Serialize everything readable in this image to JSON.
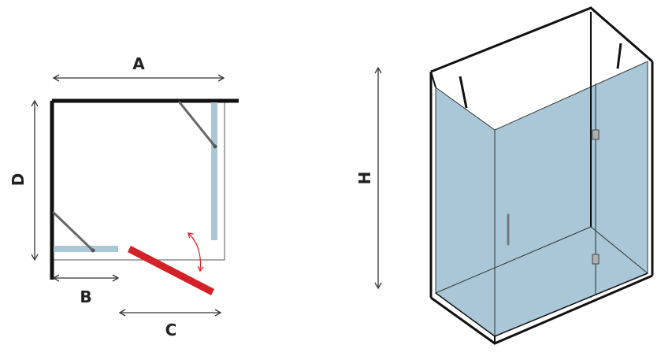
{
  "labels": {
    "a": "A",
    "b": "B",
    "c": "C",
    "d": "D",
    "h": "H"
  },
  "colors": {
    "glass": "#a9c7d6",
    "glass_edge": "#8fb2c4",
    "frame": "#111111",
    "door": "#d42027",
    "arrow_red": "#d42027",
    "arm": "#666666",
    "outline": "#333333"
  }
}
